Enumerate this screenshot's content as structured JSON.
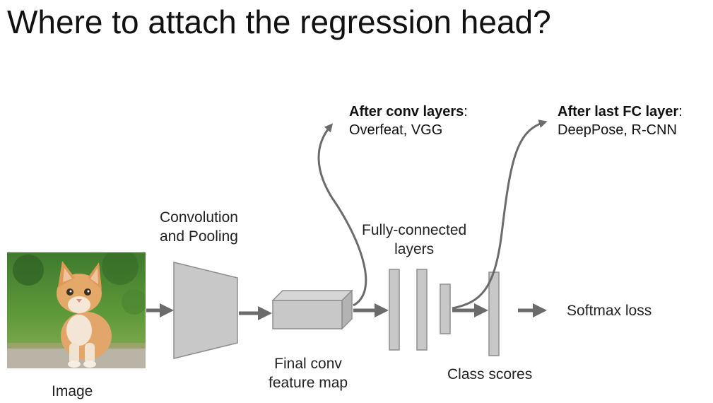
{
  "title": "Where to attach the regression head?",
  "labels": {
    "image": "Image",
    "conv_pool_line1": "Convolution",
    "conv_pool_line2": "and Pooling",
    "feature_map_line1": "Final conv",
    "feature_map_line2": "feature map",
    "fc_line1": "Fully-connected",
    "fc_line2": "layers",
    "class_scores": "Class scores",
    "softmax": "Softmax loss"
  },
  "annotations": {
    "after_conv_bold": "After conv layers",
    "after_conv_colon": ":",
    "after_conv_models": "Overfeat, VGG",
    "after_fc_bold": "After last FC layer",
    "after_fc_colon": ":",
    "after_fc_models": "DeepPose, R-CNN"
  },
  "colors": {
    "block_fill": "#c8c8c8",
    "block_stroke": "#8e8e8e",
    "arrow": "#6b6b6b"
  }
}
